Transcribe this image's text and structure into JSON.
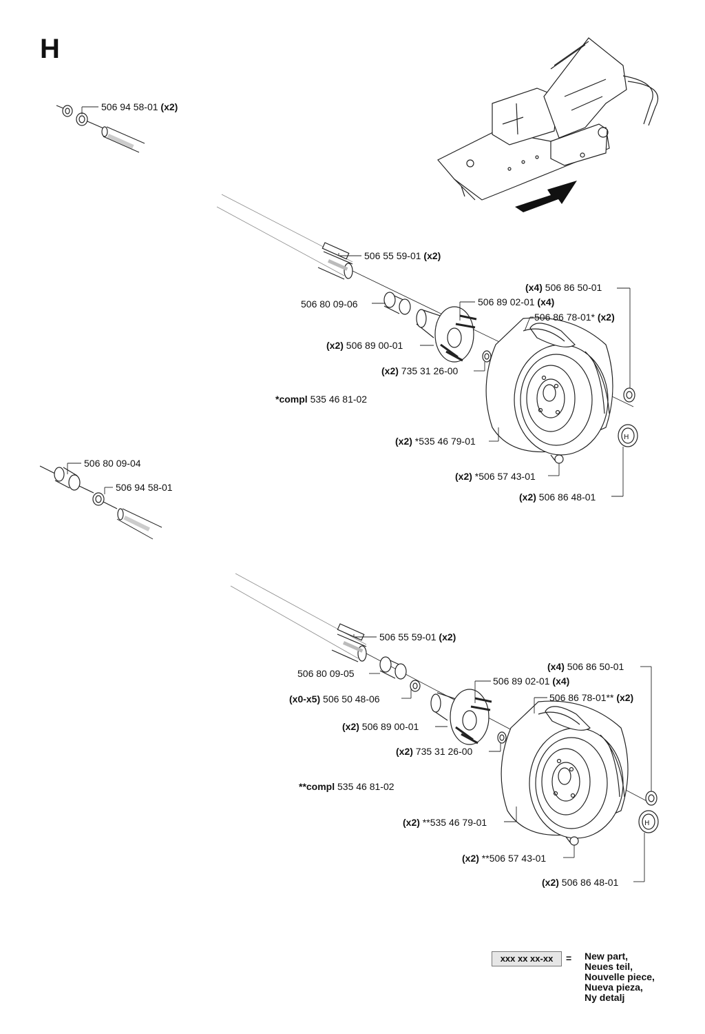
{
  "section_letter": "H",
  "upper_assembly": {
    "washer_top": {
      "part": "506 94 58-01",
      "qty": "(x2)"
    },
    "key": {
      "part": "506 55 59-01",
      "qty": "(x2)"
    },
    "spacer": {
      "part": "506 80 09-06"
    },
    "nut": {
      "qty": "(x4)",
      "part": "506 86 50-01"
    },
    "stud": {
      "part": "506 89 02-01",
      "qty": "(x4)"
    },
    "tire": {
      "part": "506 86 78-01*",
      "qty": "(x2)"
    },
    "hub": {
      "qty": "(x2)",
      "part": "506 89 00-01"
    },
    "clip": {
      "qty": "(x2)",
      "part": "735 31 26-00"
    },
    "compl": {
      "label": "*compl",
      "part": "535 46 81-02"
    },
    "rim": {
      "qty": "(x2)",
      "part": "*535 46 79-01"
    },
    "valve": {
      "qty": "(x2)",
      "part": "*506 57 43-01"
    },
    "cap": {
      "qty": "(x2)",
      "part": "506 86 48-01"
    }
  },
  "middle_assembly": {
    "spacer": {
      "part": "506 80 09-04"
    },
    "washer": {
      "part": "506 94 58-01"
    }
  },
  "lower_assembly": {
    "key": {
      "part": "506 55 59-01",
      "qty": "(x2)"
    },
    "spacer": {
      "part": "506 80 09-05"
    },
    "shim": {
      "qty": "(x0-x5)",
      "part": "506 50 48-06"
    },
    "nut": {
      "qty": "(x4)",
      "part": "506 86 50-01"
    },
    "stud": {
      "part": "506 89 02-01",
      "qty": "(x4)"
    },
    "tire": {
      "part": "506 86 78-01**",
      "qty": "(x2)"
    },
    "hub": {
      "qty": "(x2)",
      "part": "506 89 00-01"
    },
    "clip": {
      "qty": "(x2)",
      "part": "735 31 26-00"
    },
    "compl": {
      "label": "**compl",
      "part": "535 46 81-02"
    },
    "rim": {
      "qty": "(x2)",
      "part": "**535 46 79-01"
    },
    "valve": {
      "qty": "(x2)",
      "part": "**506 57 43-01"
    },
    "cap": {
      "qty": "(x2)",
      "part": "506 86 48-01"
    }
  },
  "legend": {
    "box_text": "xxx xx xx-xx",
    "equals": "=",
    "lines": [
      "New part,",
      "Neues teil,",
      "Nouvelle piece,",
      "Nueva pieza,",
      "Ny detalj"
    ]
  }
}
